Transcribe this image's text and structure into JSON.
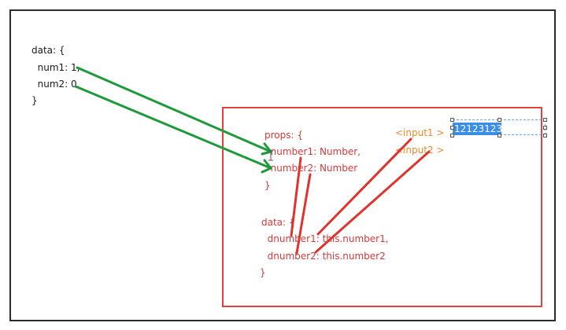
{
  "parent": {
    "lines": [
      "data: {",
      "  num1: 1,",
      "  num2: 0",
      "}"
    ]
  },
  "child": {
    "props_lines": [
      "props: {",
      "  number1: Number,",
      "  number2: Number",
      "}"
    ],
    "data_lines": [
      "data: {",
      "  dnumber1: this.number1,",
      "  dnumber2: this.number2",
      "}"
    ],
    "input_labels": [
      "<input1 >",
      "<input2 >"
    ],
    "selected_value": "12123123"
  },
  "colors": {
    "frame": "#2b2b2b",
    "child_border": "#e0443e",
    "parent_text": "#1a1a1a",
    "child_text": "#d43a3a",
    "input_label": "#f0892a",
    "green_arrow": "#1f9a3a",
    "red_arrow": "#e0332c",
    "selection": "#3a8ee6"
  }
}
